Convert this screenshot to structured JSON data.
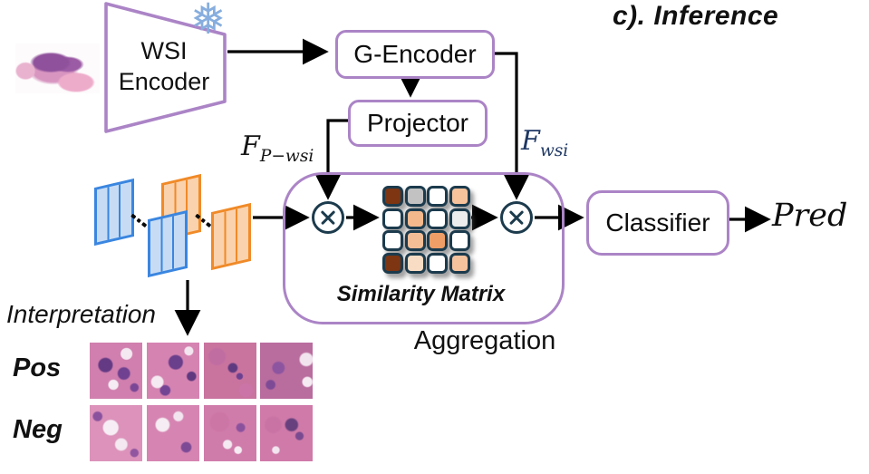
{
  "title": "c). Inference",
  "colors": {
    "purple": "#ab84c6",
    "navy": "#1c3b4d",
    "blue": "#3a86e0",
    "blue-fill": "#c7dcf4",
    "orange": "#f08a28",
    "orange-fill": "#fad2ad",
    "snow": "#87aede",
    "fwsi": "#1f3864"
  },
  "wsi_encoder": {
    "line1": "WSI",
    "line2": "Encoder",
    "frozen_icon": "snowflake"
  },
  "boxes": {
    "g_encoder": "G-Encoder",
    "projector": "Projector",
    "classifier": "Classifier"
  },
  "math_labels": {
    "f_p_wsi_main": "F",
    "f_p_wsi_sub": "P−wsi",
    "f_wsi_main": "F",
    "f_wsi_sub": "wsi"
  },
  "aggregation": {
    "label": "Aggregation",
    "similarity_matrix_label": "Similarity Matrix",
    "operator": "circled-times"
  },
  "similarity_matrix": {
    "rows": 4,
    "cols": 4,
    "cells": [
      "#7d3512",
      "#c2c2c2",
      "#ffffff",
      "#f6c29c",
      "#ffffff",
      "#f3b88c",
      "#ffffff",
      "#ededed",
      "#ffffff",
      "#f3bd96",
      "#ee9e66",
      "#ffffff",
      "#7d3512",
      "#f8ddc4",
      "#ffffff",
      "#f5c29e"
    ]
  },
  "interpretation": {
    "label": "Interpretation",
    "pos_label": "Pos",
    "neg_label": "Neg",
    "pos_patch_count": 4,
    "neg_patch_count": 4
  },
  "output": {
    "pred": "Pred"
  }
}
